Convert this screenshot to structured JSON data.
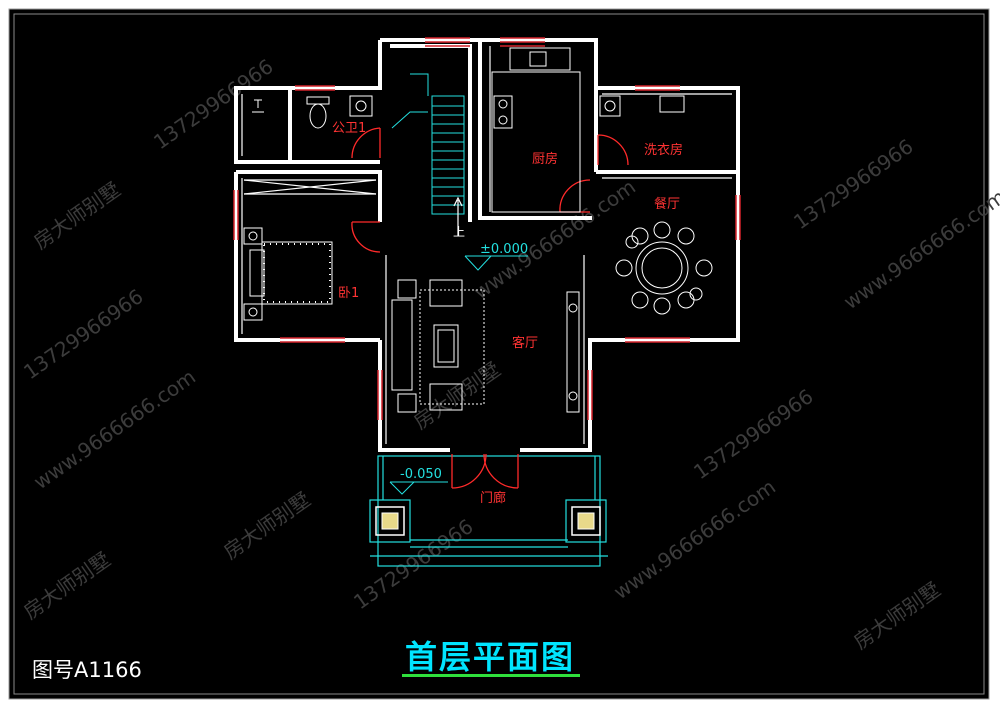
{
  "colors": {
    "background": "#000000",
    "wall": "#ffffff",
    "window": "#d4232b",
    "door": "#ff2a2a",
    "label": "#ff3333",
    "cyan": "#23e0e0",
    "title": "#00e5ff",
    "title_underline": "#2fe03c",
    "watermark": "#3a3a3a"
  },
  "rooms": {
    "public_bath": "公卫1",
    "kitchen": "厨房",
    "laundry": "洗衣房",
    "dining": "餐厅",
    "bedroom": "卧1",
    "living": "客厅",
    "porch": "门廊"
  },
  "stair_label": "上",
  "levels": {
    "main": "±0.000",
    "porch": "-0.050"
  },
  "watermark": {
    "phone": "13729966966",
    "site": "www.9666666.com",
    "brand": "房大师别墅"
  },
  "title": "首层平面图",
  "drawing_no": "图号A1166"
}
